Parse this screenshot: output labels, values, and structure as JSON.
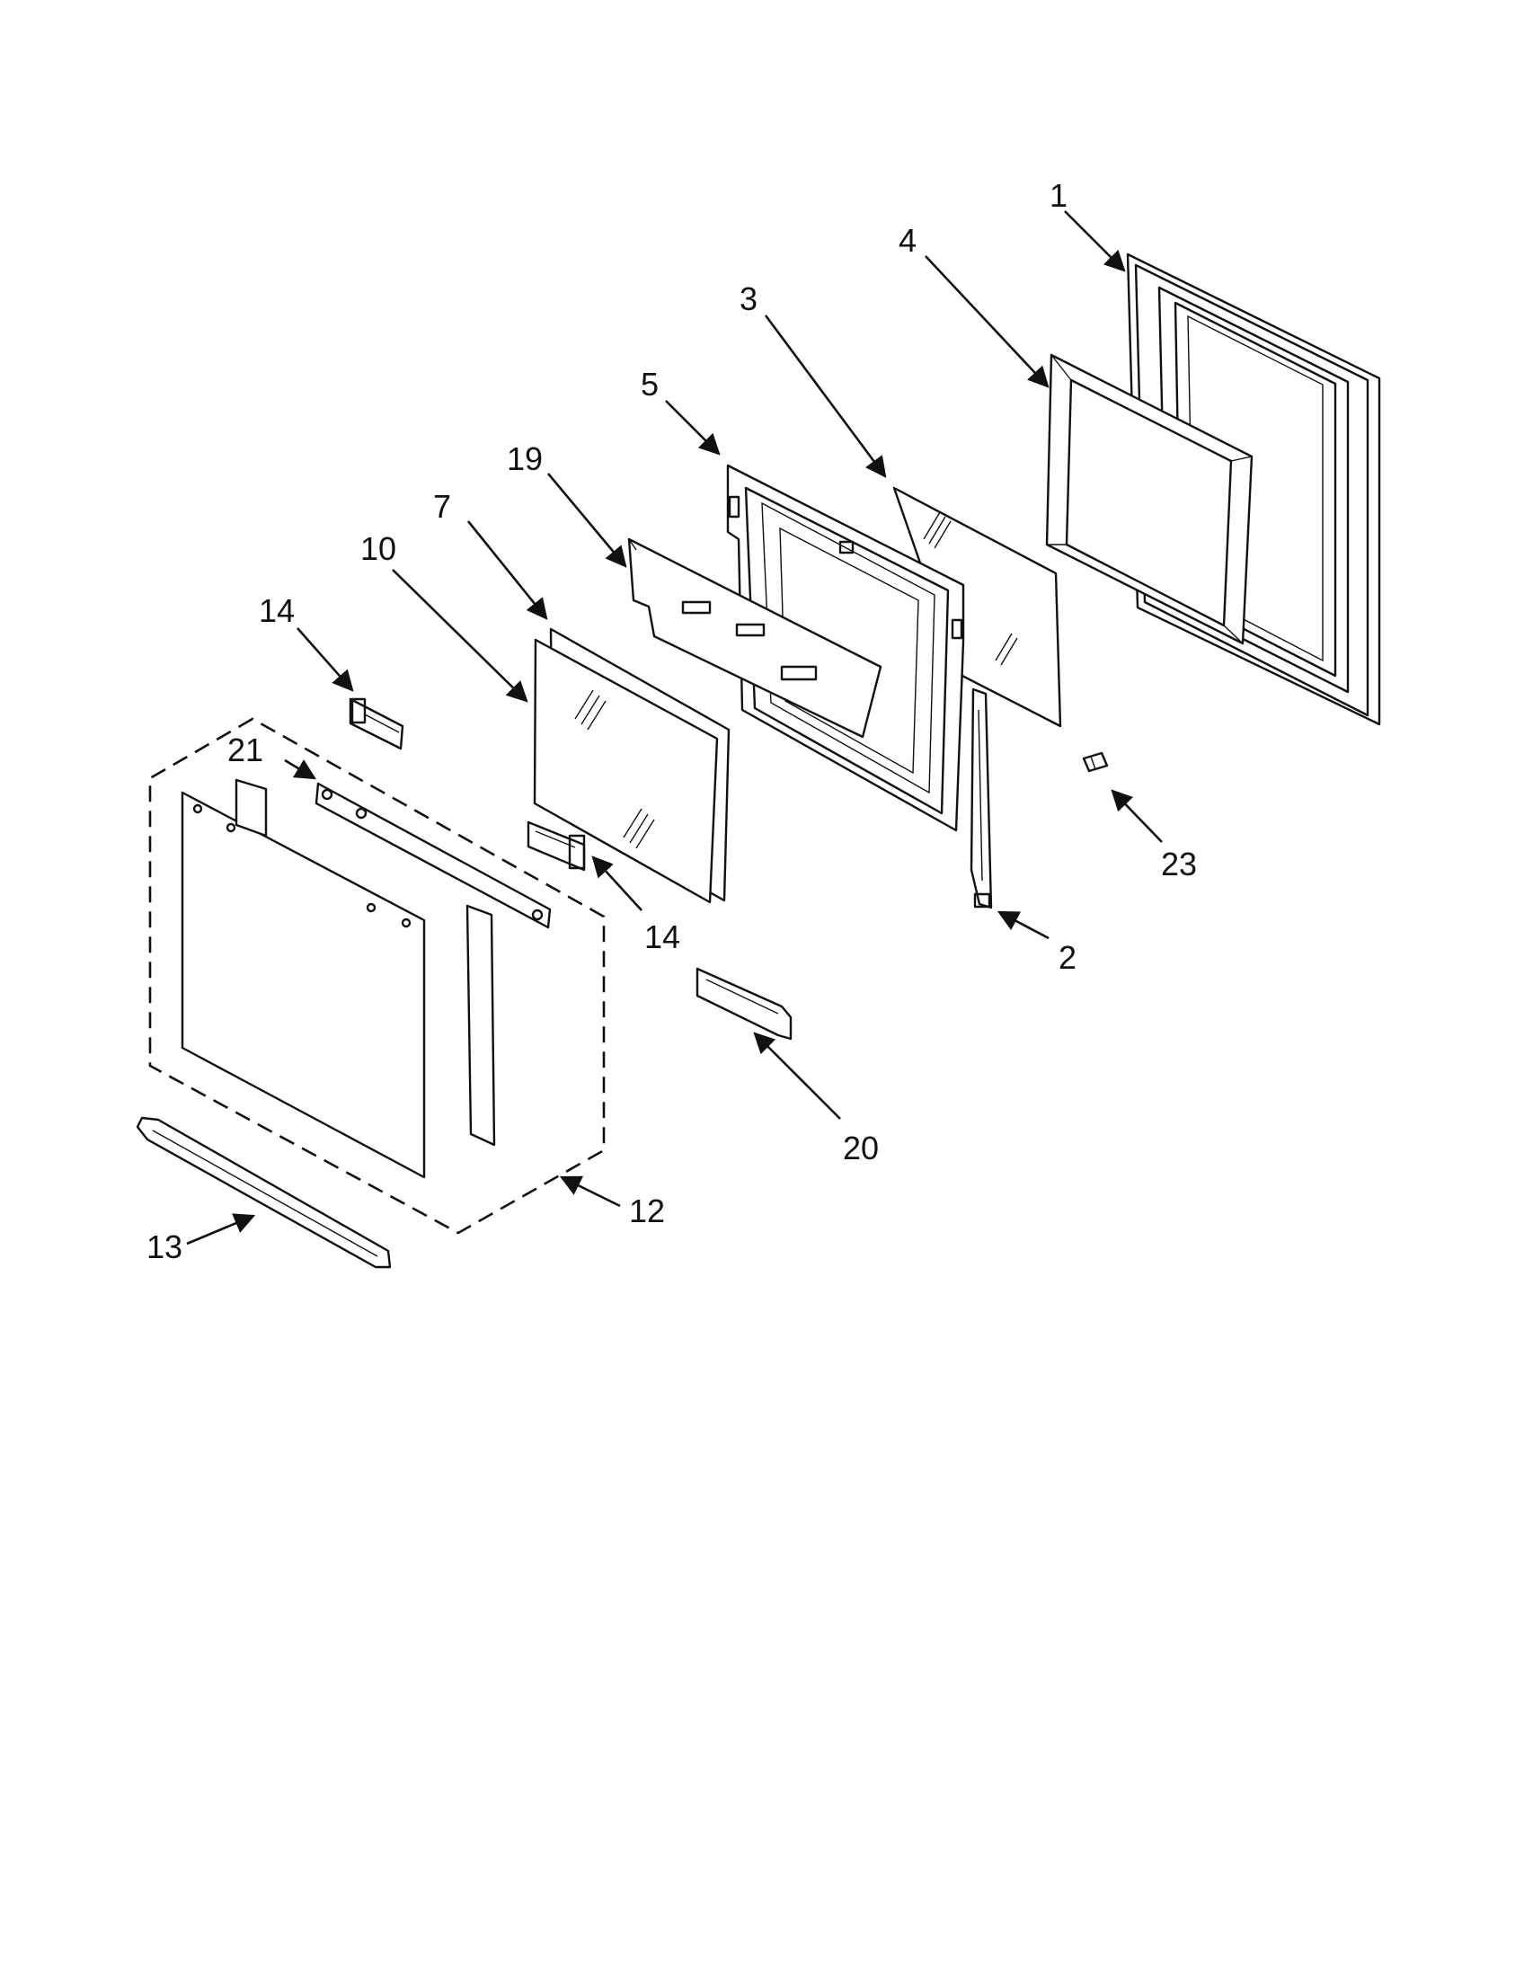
{
  "callouts": {
    "c1": "1",
    "c2": "2",
    "c3": "3",
    "c4": "4",
    "c5": "5",
    "c7": "7",
    "c10": "10",
    "c12": "12",
    "c13": "13",
    "c14a": "14",
    "c14b": "14",
    "c19": "19",
    "c20": "20",
    "c21": "21",
    "c23": "23"
  }
}
